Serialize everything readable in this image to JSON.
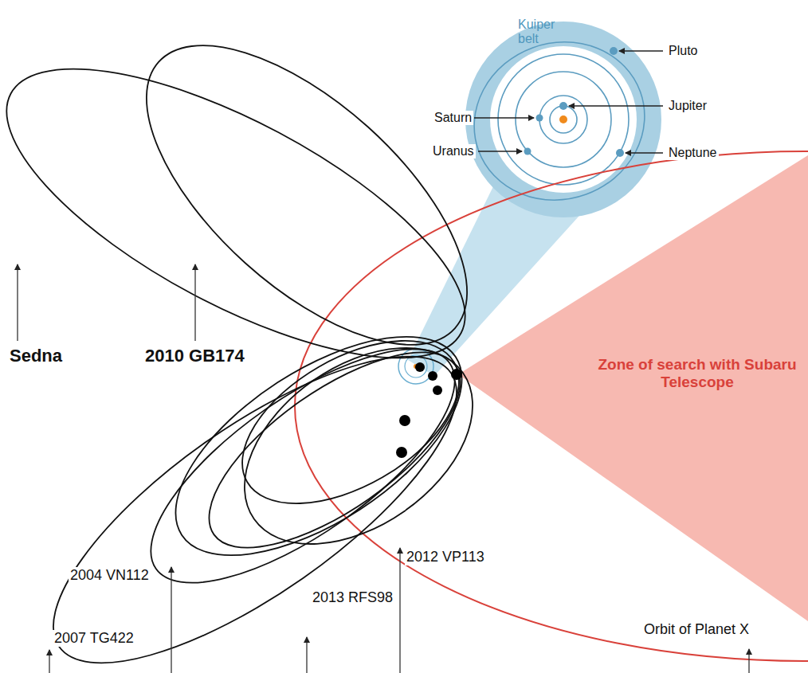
{
  "diagram": {
    "nodes": [
      {
        "text": [
          "Zone of search with Subaru Telescope"
        ]
      }
    ],
    "labels": [
      "Kuiper belt",
      "Pluto",
      "Saturn",
      "Jupiter",
      "Uranus",
      "Neptune",
      "Sedna",
      "2010 GB174",
      "2004 VN112",
      "2012 VP113",
      "2013 RFS98",
      "2007 TG422",
      "Orbit of Planet X"
    ]
  }
}
